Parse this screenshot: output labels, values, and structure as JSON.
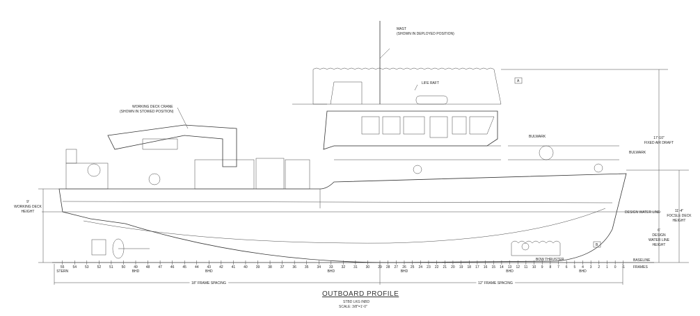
{
  "title": "OUTBOARD PROFILE",
  "subtitle": "STBD LKG INBD",
  "scale": "SCALE: 3/8\"=1'-0\"",
  "callouts": {
    "mast_1": "MAST",
    "mast_2": "(SHOWN IN DEPLOYED POSITION)",
    "crane_1": "WORKING DECK CRANE",
    "crane_2": "(SHOWN IN STOWED POSITION)",
    "life_raft": "LIFE RAFT",
    "bulwark_1": "BULWARK",
    "bulwark_2": "BULWARK",
    "bow_thruster": "BOW THRUSTER",
    "tag_a": "A",
    "tag_b": "B"
  },
  "dimensions": {
    "air_draft_value": "17'-10\"",
    "air_draft_label": "FIXED AIR DRAFT",
    "focsle_value": "11'-4\"",
    "focsle_label_1": "FOCSLE DECK",
    "focsle_label_2": "HEIGHT",
    "dwl_value": "6'",
    "dwl_label_1": "DESIGN",
    "dwl_label_2": "WATER LINE",
    "dwl_label_3": "HEIGHT",
    "working_value": "9'",
    "working_label_1": "WORKING DECK",
    "working_label_2": "HEIGHT",
    "design_water_line": "DESIGN WATER LINE",
    "baseline": "BASELINE",
    "frames": "FRAMES",
    "aft_spacing": "18\" FRAME SPACING",
    "fwd_spacing": "12\" FRAME SPACING"
  },
  "frames": [
    "55",
    "54",
    "53",
    "52",
    "51",
    "50",
    "49",
    "48",
    "47",
    "46",
    "45",
    "44",
    "43",
    "42",
    "41",
    "40",
    "39",
    "38",
    "37",
    "36",
    "35",
    "34",
    "33",
    "32",
    "31",
    "30",
    "29",
    "28",
    "27",
    "26",
    "25",
    "24",
    "23",
    "22",
    "21",
    "20",
    "19",
    "18",
    "17",
    "16",
    "15",
    "14",
    "13",
    "12",
    "11",
    "10",
    "9",
    "8",
    "7",
    "6",
    "5",
    "4",
    "3",
    "2",
    "1",
    "0",
    "-1"
  ],
  "frame_notes": [
    {
      "frame": "55",
      "text": "STERN"
    },
    {
      "frame": "49",
      "text": "BHD"
    },
    {
      "frame": "43",
      "text": "BHD"
    },
    {
      "frame": "33",
      "text": "BHD"
    },
    {
      "frame": "26",
      "text": "BHD"
    },
    {
      "frame": "13",
      "text": "BHD"
    },
    {
      "frame": "4",
      "text": "BHD"
    }
  ]
}
